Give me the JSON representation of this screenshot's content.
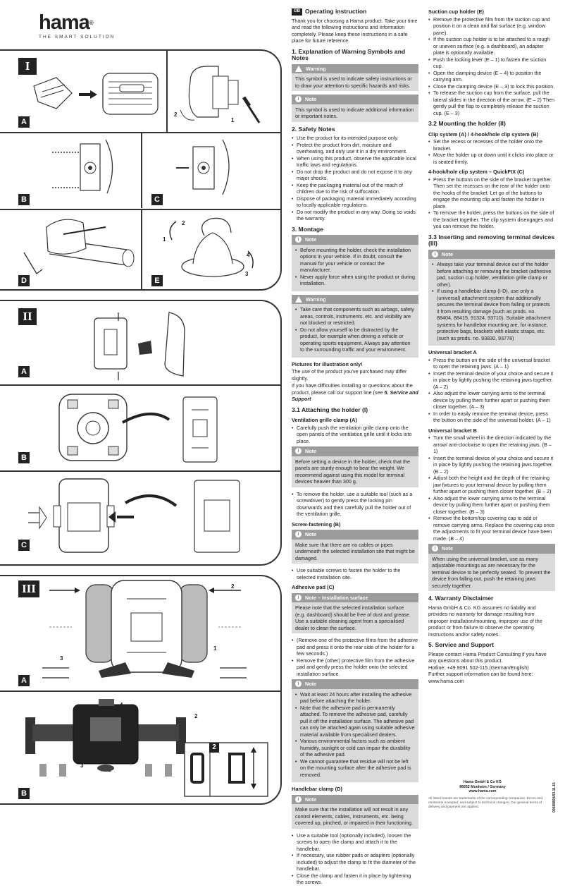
{
  "brand": {
    "name": "hama",
    "tagline": "THE SMART SOLUTION",
    "reg": "®"
  },
  "panels": {
    "I": {
      "roman": "I",
      "labels": [
        "A",
        "B",
        "C",
        "D",
        "E"
      ],
      "nums": [
        "2",
        "1",
        "2",
        "1",
        "4",
        "3"
      ]
    },
    "II": {
      "roman": "II",
      "labels": [
        "A",
        "B",
        "C"
      ]
    },
    "III": {
      "roman": "III",
      "labels": [
        "A",
        "B"
      ],
      "nums": [
        "2",
        "1",
        "3",
        "4",
        "2",
        "3",
        "1"
      ],
      "inset": "2"
    }
  },
  "col1": {
    "gb": "GB",
    "title": "Operating instruction",
    "intro": "Thank you for choosing a Hama product. Take your time and read the following instructions and information completely. Please keep these instructions in a safe place for future reference.",
    "s1": "1. Explanation of Warning Symbols and Notes",
    "warn_h": "Warning",
    "warn_t": "This symbol is used to indicate safety instructions or to draw your attention to specific hazards and risks.",
    "note_h": "Note",
    "note_t": "This symbol is used to indicate additional information or important notes.",
    "s2": "2. Safety Notes",
    "safety": [
      "Use the product for its intended purpose only.",
      "Protect the product from dirt, moisture and overheating, and only use it in a dry environment.",
      "When using this product, observe the applicable local traffic laws and regulations.",
      "Do not drop the product and do not expose it to any major shocks.",
      "Keep the packaging material out of the reach of children due to the risk of suffocation.",
      "Dispose of packaging material immediately according to locally applicable regulations.",
      "Do not modify the product in any way. Doing so voids the warranty."
    ],
    "s3": "3. Montage",
    "note2_h": "Note",
    "note2": [
      "Before mounting the holder, check the installation options in your vehicle. If in doubt, consult the manual for your vehicle or contact the manufacturer.",
      "Never apply force when using the product or during installation."
    ],
    "warn2_h": "Warning",
    "warn2": [
      "Take care that components such as airbags, safety areas, controls, instruments, etc. and visibility are not blocked or restricted.",
      "Do not allow yourself to be distracted by the product, for example when driving a vehicle or operating sports equipment. Always pay attention to the surrounding traffic and your environment."
    ],
    "pic_h": "Pictures for illustration only!",
    "pic_t1": "The use of the product you've purchased may differ slightly.",
    "pic_t2": "If you have difficulties installing or questions about the product, please call our support line (see",
    "pic_ref": "5. Service and Support",
    "s31": "3.1 Attaching the holder (I)",
    "vent_h": "Ventilation grille clamp (A)",
    "vent": [
      "Carefully push the ventilation grille clamp onto the open panels of the ventilation grille until it locks into place."
    ],
    "note3_h": "Note",
    "note3": "Before setting a device in the holder, check that the panels are sturdy enough to bear the weight. We recommend against using this model for terminal devices heavier than 300 g.",
    "vent2": [
      "To remove the holder, use a suitable tool (such as a screwdriver) to gently press the locking pin downwards and then carefully pull the holder out of the ventilation grille."
    ],
    "screw_h": "Screw-fastening (B)",
    "note4_h": "Note",
    "note4": "Make sure that there are no cables or pipes underneath the selected installation site that might be damaged.",
    "screw": [
      "Use suitable screws to fasten the holder to the selected installation site."
    ],
    "adh_h": "Adhesive pad (C)",
    "note5_h": "Note – Installation surface",
    "note5": "Please note that the selected installation surface (e.g. dashboard) should be free of dust and grease. Use a suitable cleaning agent from a specialised dealer to clean the surface.",
    "adh": [
      "(Remove one of the protective films from the adhesive pad and press it onto the rear side of the holder for a few seconds.)",
      "Remove the (other) protective film from the adhesive pad and gently press the holder onto the selected installation surface."
    ],
    "note6_h": "Note",
    "note6": [
      "Wait at least 24 hours after installing the adhesive pad before attaching the holder.",
      "Note that the adhesive pad is permanently attached. To remove the adhesive pad, carefully pull it off the installation surface. The adhesive pad can only be attached again using suitable adhesive material available from specialised dealers.",
      "Various environmental factors such as ambient humidity, sunlight or cold can impair the durability of the adhesive pad.",
      "We cannot guarantee that residue will not be left on the mounting surface after the adhesive pad is removed."
    ],
    "hb_h": "Handlebar clamp (D)",
    "note7_h": "Note",
    "note7": "Make sure that the installation will not result in any control elements, cables, instruments, etc. being covered up, pinched, or impaired in their functioning.",
    "hb": [
      "Use a suitable tool (optionally included), loosen the screws to open the clamp and attach it to the handlebar.",
      "If necessary, use rubber pads or adapters (optionally included) to adjust the clamp to fit the diameter of the handlebar.",
      "Close the clamp and fasten it in place by tightening the screws."
    ]
  },
  "col2": {
    "suc_h": "Suction cup holder (E)",
    "suc": [
      "Remove the protective film from the suction cup and position it on a clean and flat surface (e.g. window pane).",
      "If the suction cup holder is to be attached to a rough or uneven surface (e.g. a dashboard), an adapter plate is optionally available.",
      "Push the locking lever (E – 1) to fasten the suction cup.",
      "Open the clamping device (E – 4) to position the carrying arm.",
      "Close the clamping device (E – 3) to lock this position.",
      "To release the suction cup from the surface, pull the lateral slides in the direction of the arrow. (E – 2) Then gently pull the flap to completely release the suction cup. (E – 3)"
    ],
    "s32": "3.2 Mounting the holder (II)",
    "clip_h": "Clip system (A) / 4-hook/hole clip system (B)",
    "clip": [
      "Set the recess or recesses of the holder onto the bracket.",
      "Move the holder up or down until it clicks into place or is seated firmly."
    ],
    "qf_h": "4-hook/hole clip system – QuickFIX (C)",
    "qf": [
      "Press the buttons on the side of the bracket together. Then set the recesses on the rear of the holder onto the hooks of the bracket. Let go of the buttons to engage the mounting clip and fasten the holder in place.",
      "To remove the holder, press the buttons on the side of the bracket together. The clip system disengages and you can remove the holder."
    ],
    "s33": "3.3 Inserting and removing terminal devices (III)",
    "note8_h": "Note",
    "note8": [
      "Always take your terminal device out of the holder before attaching or removing the bracket (adhesive pad, suction cup holder, ventilation grille clamp or other).",
      "If using a handlebar clamp (I-D), use only a (universal) attachment system that additionally secures the terminal device from falling or protects it from resulting damage (such as prods. no. 88404, 88415, 91324, 93710). Suitable attachment systems for handlebar mounting are, for instance, protective bags, brackets with elastic straps, etc. (such as prods. no. 93830, 93778)"
    ],
    "ua_h": "Universal bracket A",
    "ua": [
      "Press the button on the side of the universal bracket to open the retaining jaws. (A – 1)",
      "Insert the terminal device of your choice and secure it in place by lightly pushing the retaining jaws together. (A – 2)",
      "Also adjust the lower carrying arms to the terminal device by pulling them further apart or pushing them closer together. (A – 3)",
      "In order to easily remove the terminal device, press the button on the side of the universal holder. (A – 1)"
    ],
    "ub_h": "Universal bracket B",
    "ub": [
      "Turn the small wheel in the direction indicated by the arrow/ anti-clockwise to open the retaining jaws. (B – 1)",
      "Insert the terminal device of your choice and secure it in place by lightly pushing the retaining jaws together. (B – 2)",
      "Adjust both the height and the depth of the retaining jaw fixtures to your terminal device by pulling them further apart or pushing them closer together. (B – 2)",
      "Also adjust the lower carrying arms to the terminal device by pulling them further apart or pushing them closer together. (B – 3)",
      "Remove the bottom/top covering cap to add or remove carrying arms. Replace the covering cap once the adjustments to fit your terminal device have been made. (B – 4)"
    ],
    "note9_h": "Note",
    "note9": "When using the universal bracket, use as many adjustable mountings as are necessary for the terminal device to be perfectly seated. To prevent the device from falling out, push the retaining jaws securely together.",
    "s4": "4. Warranty Disclaimer",
    "s4t": "Hama GmbH & Co. KG assumes no liability and provides no warranty for damage resulting from improper installation/mounting, improper use of the product or from failure to observe the operating instructions and/or safety notes.",
    "s5": "5. Service and Support",
    "s5t1": "Please contact Hama Product Consulting if you have any questions about this product.",
    "s5t2": "Hotline: +49 9091 502-115 (German/English)",
    "s5t3": "Further support information can be found here: www.hama.com"
  },
  "footer": {
    "l1": "Hama GmbH & Co KG",
    "l2": "86652 Monheim / Germany",
    "l3": "www.hama.com",
    "note": "All listed brands are trademarks of the corresponding companies. Errors and omissions excepted, and subject to technical changes. Our general terms of delivery and payment are applied.",
    "code": "00088800/03.11.15"
  }
}
